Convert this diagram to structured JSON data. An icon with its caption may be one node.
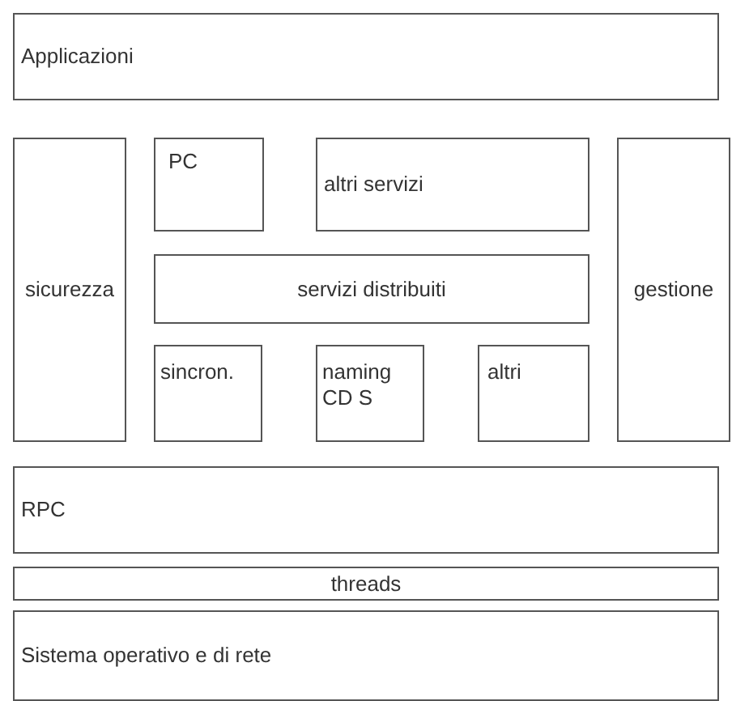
{
  "diagram": {
    "nodes": [
      {
        "text": [
          "Applicazioni"
        ]
      },
      {
        "text": [
          "sicurezza"
        ]
      },
      {
        "text": [
          "PC"
        ]
      },
      {
        "text": [
          "altri servizi"
        ]
      },
      {
        "text": [
          "gestione"
        ]
      },
      {
        "text": [
          "servizi distribuiti"
        ]
      },
      {
        "text": [
          "sincron."
        ]
      },
      {
        "text": [
          "naming CD S"
        ]
      },
      {
        "text": [
          "altri"
        ]
      },
      {
        "text": [
          "RPC"
        ]
      },
      {
        "text": [
          "threads"
        ]
      },
      {
        "text": [
          "Sistema operativo e di rete"
        ]
      }
    ]
  }
}
